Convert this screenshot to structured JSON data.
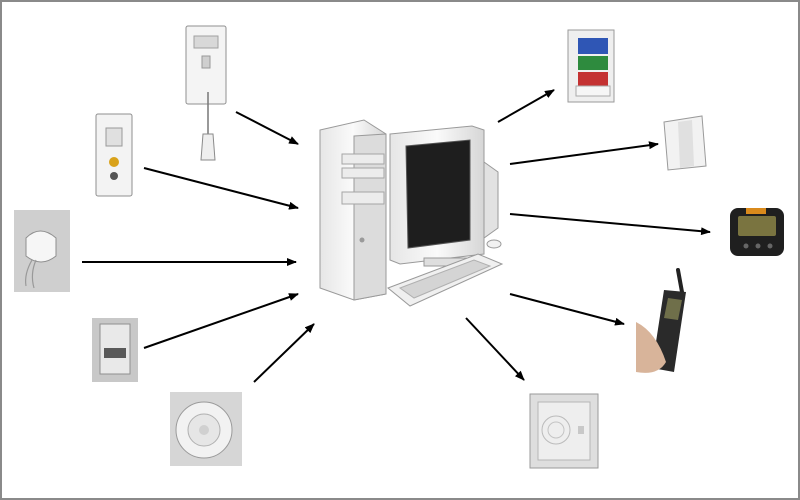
{
  "colors": {
    "frame": "#8a8a8a",
    "arrow": "#000000",
    "device_body": "#f2f2f2",
    "device_outline": "#9a9a9a",
    "screen": "#1e1e1e",
    "photo_bg": "#cfcfcf",
    "strobe_blue": "#2f56b5",
    "strobe_green": "#2e8b3e",
    "strobe_red": "#c43232",
    "pager_screen": "#7a7440",
    "pager_accent": "#d98a1c"
  },
  "hub": {
    "icon": "desktop-computer-icon"
  },
  "inputs": [
    {
      "name": "pull-cord-station",
      "icon": "pull-cord-station-icon"
    },
    {
      "name": "wall-call-switch",
      "icon": "wall-call-switch-icon"
    },
    {
      "name": "pendant-transmitter",
      "icon": "pendant-transmitter-icon"
    },
    {
      "name": "motion-detector",
      "icon": "motion-detector-icon"
    },
    {
      "name": "smoke-detector",
      "icon": "smoke-detector-icon"
    }
  ],
  "outputs": [
    {
      "name": "dome-light-strobe",
      "icon": "dome-light-strobe-icon"
    },
    {
      "name": "corridor-light",
      "icon": "corridor-light-icon"
    },
    {
      "name": "pager",
      "icon": "pager-icon"
    },
    {
      "name": "wireless-handset",
      "icon": "wireless-handset-icon"
    },
    {
      "name": "intercom-speaker",
      "icon": "intercom-speaker-icon"
    }
  ]
}
